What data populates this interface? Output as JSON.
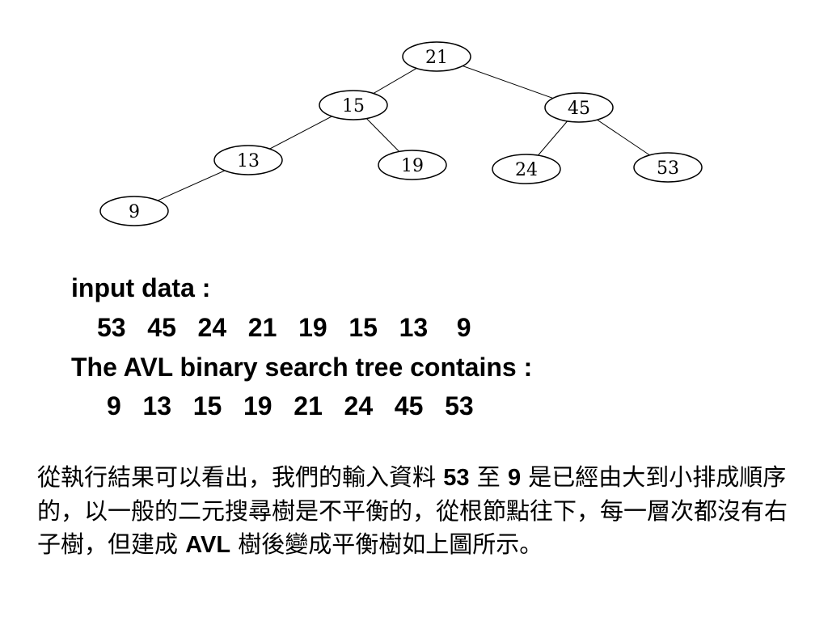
{
  "tree": {
    "nodes": [
      {
        "id": "n21",
        "label": "21"
      },
      {
        "id": "n15",
        "label": "15"
      },
      {
        "id": "n45",
        "label": "45"
      },
      {
        "id": "n13",
        "label": "13"
      },
      {
        "id": "n19",
        "label": "19"
      },
      {
        "id": "n24",
        "label": "24"
      },
      {
        "id": "n53",
        "label": "53"
      },
      {
        "id": "n9",
        "label": "9"
      }
    ],
    "edges": [
      [
        "n21",
        "n15"
      ],
      [
        "n21",
        "n45"
      ],
      [
        "n15",
        "n13"
      ],
      [
        "n15",
        "n19"
      ],
      [
        "n45",
        "n24"
      ],
      [
        "n45",
        "n53"
      ],
      [
        "n13",
        "n9"
      ]
    ]
  },
  "text": {
    "input_label": "input data :",
    "input_values": "53   45   24   21   19   15   13    9",
    "result_label": "The AVL binary search tree contains :",
    "result_values": "9   13   15   19   21   24   45   53"
  },
  "note": {
    "part1": "從執行結果可以看出，我們的輸入資料 ",
    "n1": "53",
    "part2": " 至 ",
    "n2": "9",
    "part3": " 是已經由大到小排成順序的，以一般的二元搜尋樹是不平衡的，從根節點往下，每一層次都沒有右子樹，但建成 ",
    "avl": "AVL",
    "part4": " 樹後變成平衡樹如上圖所示。"
  }
}
